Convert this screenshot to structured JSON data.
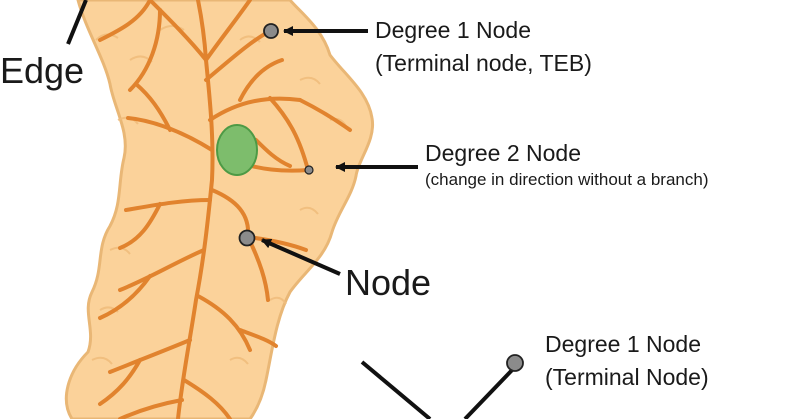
{
  "labels": {
    "edge": "Edge",
    "degree1_top_title": "Degree 1 Node",
    "degree1_top_sub": "(Terminal node, TEB)",
    "degree2_title": "Degree 2 Node",
    "degree2_sub": "(change in direction without a branch)",
    "node": "Node",
    "degree1_bottom_title": "Degree 1 Node",
    "degree1_bottom_sub": "(Terminal Node)"
  },
  "colors": {
    "tissue_fill": "#fbd29a",
    "tissue_stroke": "#e9b776",
    "vessel": "#e1832e",
    "nucleus_fill": "#7dbd6c",
    "nucleus_stroke": "#4d9a45",
    "node_fill": "#8b8b8b",
    "node_stroke": "#222222",
    "arrow": "#111111",
    "text": "#1a1a1a"
  }
}
